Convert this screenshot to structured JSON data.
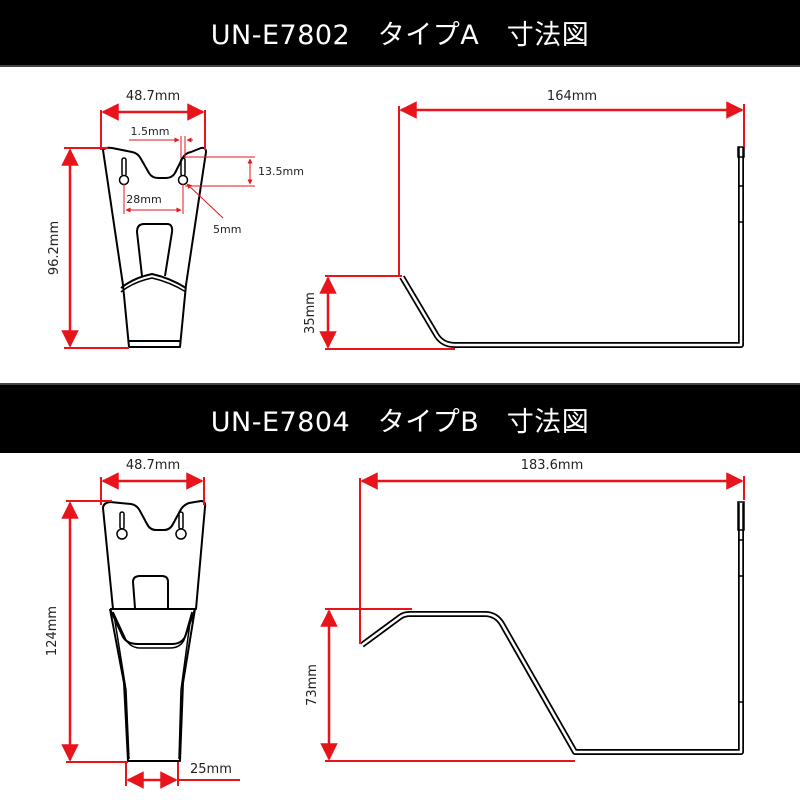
{
  "sections": [
    {
      "title": "UN-E7802　タイプA　寸法図",
      "model": "UN-E7802",
      "type": "タイプA",
      "label": "寸法図",
      "front_view": {
        "width": "48.7mm",
        "height": "96.2mm",
        "slot_width": "1.5mm",
        "slot_length": "13.5mm",
        "hole_pitch": "28mm",
        "hole_diameter": "5mm"
      },
      "side_view": {
        "depth": "164mm",
        "hook_height": "35mm"
      }
    },
    {
      "title": "UN-E7804　タイプB　寸法図",
      "model": "UN-E7804",
      "type": "タイプB",
      "label": "寸法図",
      "front_view": {
        "width": "48.7mm",
        "height": "124mm",
        "bottom_width": "25mm"
      },
      "side_view": {
        "depth": "183.6mm",
        "hook_height": "73mm"
      }
    }
  ],
  "colors": {
    "banner_bg": "#000000",
    "banner_text": "#ffffff",
    "dimension_line": "#e8141c",
    "outline": "#000000"
  }
}
